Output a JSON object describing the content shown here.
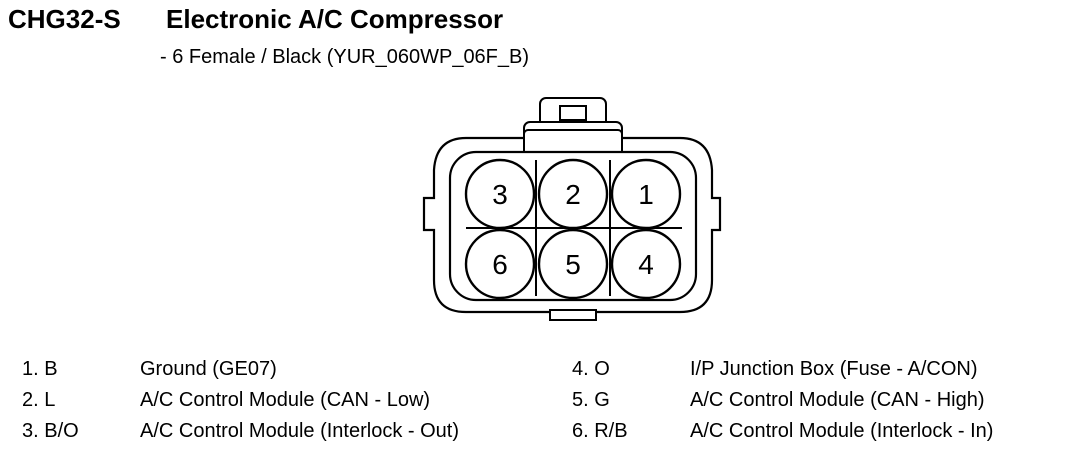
{
  "header": {
    "code": "CHG32-S",
    "title": "Electronic A/C Compressor",
    "subtitle": "- 6 Female / Black (YUR_060WP_06F_B)"
  },
  "connector": {
    "pins_top": [
      "3",
      "2",
      "1"
    ],
    "pins_bottom": [
      "6",
      "5",
      "4"
    ]
  },
  "legend_left": [
    {
      "pin": "1. B",
      "desc": "Ground (GE07)"
    },
    {
      "pin": "2. L",
      "desc": "A/C Control Module (CAN - Low)"
    },
    {
      "pin": "3. B/O",
      "desc": "A/C Control Module (Interlock - Out)"
    }
  ],
  "legend_right": [
    {
      "pin": "4. O",
      "desc": "I/P Junction Box (Fuse - A/CON)"
    },
    {
      "pin": "5. G",
      "desc": "A/C Control Module (CAN - High)"
    },
    {
      "pin": "6. R/B",
      "desc": "A/C Control Module (Interlock - In)"
    }
  ]
}
